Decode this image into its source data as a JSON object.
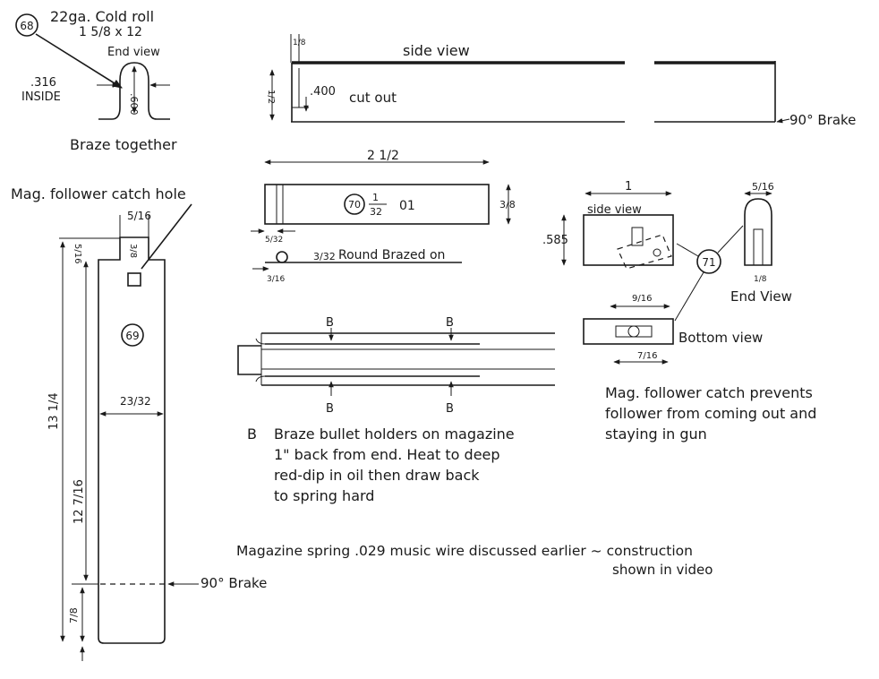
{
  "part68": {
    "number": "68",
    "material": "22ga. Cold roll",
    "size": "1 5/8 x 12",
    "end_view": "End view",
    "inside_dim": ".316",
    "inside_label": "INSIDE",
    "height_dim": ".600",
    "note": "Braze together"
  },
  "top_side_view": {
    "title": "side view",
    "width_dim": "1/8",
    "height_dim": "1/2",
    "cut_dim": ".400",
    "cut_label": "cut out",
    "brake": "90° Brake"
  },
  "part69": {
    "number": "69",
    "catch_hole_label": "Mag. follower catch hole",
    "top_width": "5/16",
    "top_height": "5/16",
    "hole_dim": "3/8",
    "length": "13 1/4",
    "length2": "12 7/16",
    "width": "23/32",
    "bottom_dim": "7/8",
    "brake": "90° Brake"
  },
  "part70": {
    "number": "70",
    "spec": "1/32",
    "spec_num": "1",
    "spec_den": "32",
    "material": "01",
    "length": "2 1/2",
    "height": "3/8",
    "end_dim": "5/32",
    "round_size": "3/32",
    "round_label": "Round Brazed on",
    "round_offset": "3/16"
  },
  "magazine": {
    "marker": "B"
  },
  "part71": {
    "number": "71",
    "side_view": "side view",
    "side_width": "1",
    "side_height": ".585",
    "end_width": "5/16",
    "end_slot": "1/8",
    "end_view": "End View",
    "bottom_top": "9/16",
    "bottom_bottom": "7/16",
    "bottom_view": "Bottom view"
  },
  "notes": {
    "braze_marker": "B",
    "braze_lines": [
      "Braze bullet holders on magazine",
      "1\" back from end. Heat to deep",
      "red-dip in oil then draw back",
      "to spring hard"
    ],
    "catch_lines": [
      "Mag. follower catch prevents",
      "follower from coming out and",
      "staying in gun"
    ],
    "spring_line": "Magazine spring .029 music wire   discussed earlier ~ construction",
    "video_line": "shown in video"
  }
}
